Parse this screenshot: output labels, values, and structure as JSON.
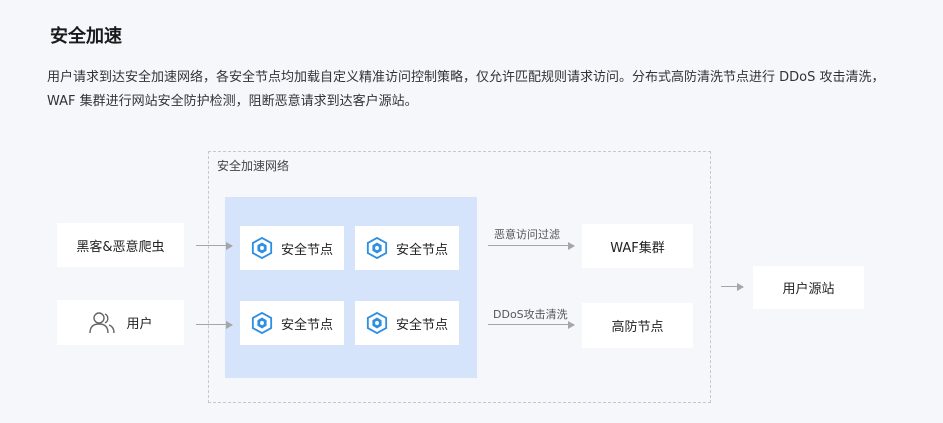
{
  "page": {
    "title": "安全加速",
    "description": "用户请求到达安全加速网络，各安全节点均加载自定义精准访问控制策略，仅允许匹配规则请求访问。分布式高防清洗节点进行 DDoS 攻击清洗，WAF 集群进行网站安全防护检测，阻断恶意请求到达客户源站。"
  },
  "diagram": {
    "network_label": "安全加速网络",
    "sources": [
      {
        "label": "黑客&恶意爬虫",
        "icon": null
      },
      {
        "label": "用户",
        "icon": "users-icon"
      }
    ],
    "nodes": [
      "安全节点",
      "安全节点",
      "安全节点",
      "安全节点"
    ],
    "node_icon": "security-node-hex-icon",
    "edges": [
      {
        "label": "恶意访问过滤",
        "target": "WAF集群"
      },
      {
        "label": "DDoS攻击清洗",
        "target": "高防节点"
      }
    ],
    "origin": "用户源站",
    "colors": {
      "accent": "#2f8fe0",
      "network_fill": "#d6e4fb",
      "arrow": "#a6a6a6",
      "background": "#f6f7fb"
    }
  }
}
